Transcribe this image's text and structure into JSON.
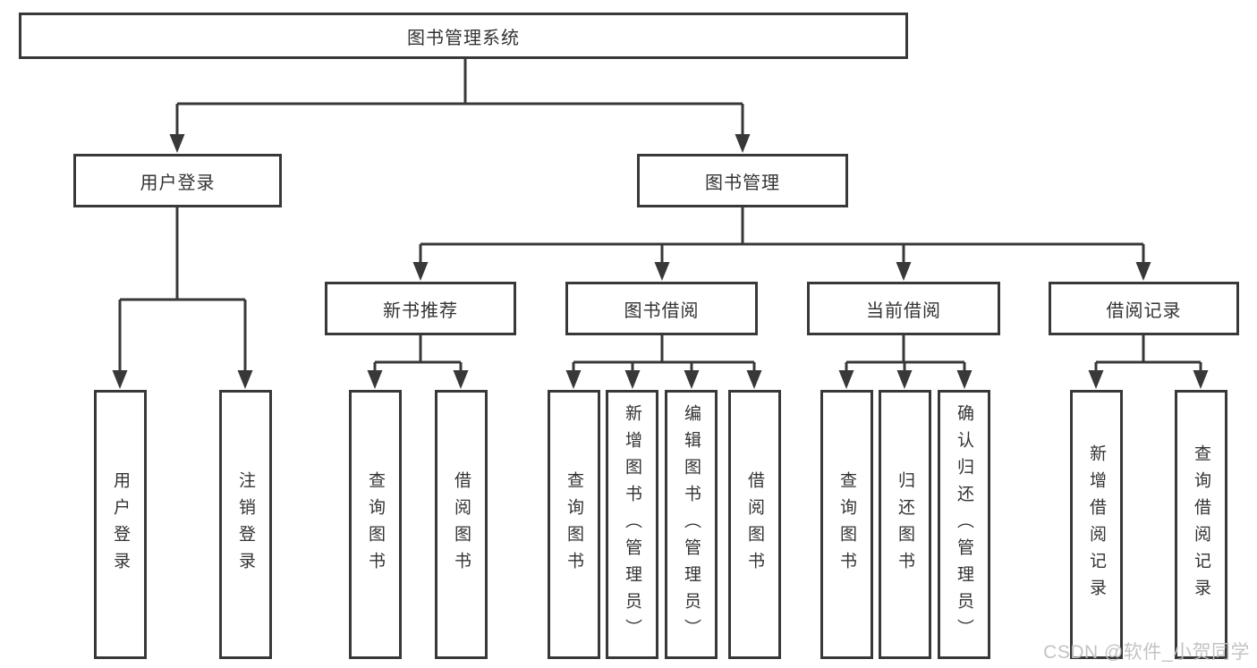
{
  "diagram": {
    "type": "hierarchy-diagram",
    "colors": {
      "line": "#383838",
      "node_border": "#383838",
      "node_text": "#333333",
      "watermark": "#c0c0c0",
      "background": "#ffffff"
    }
  },
  "nodes": {
    "root": {
      "label": "图书管理系统"
    },
    "level2": [
      {
        "label": "用户登录"
      },
      {
        "label": "图书管理"
      }
    ],
    "level3": [
      {
        "label": "新书推荐"
      },
      {
        "label": "图书借阅"
      },
      {
        "label": "当前借阅"
      },
      {
        "label": "借阅记录"
      }
    ],
    "leaves": {
      "user_login": [
        "用户登录",
        "注销登录"
      ],
      "new_book_recommend": [
        "查询图书",
        "借阅图书"
      ],
      "book_borrow": [
        "查询图书",
        "新增图书（管理员）",
        "编辑图书（管理员）",
        "借阅图书"
      ],
      "current_borrow": [
        "查询图书",
        "归还图书",
        "确认归还（管理员）"
      ],
      "borrow_record": [
        "新增借阅记录",
        "查询借阅记录"
      ]
    }
  },
  "watermark": {
    "text": "CSDN @软件_小贺同学"
  }
}
